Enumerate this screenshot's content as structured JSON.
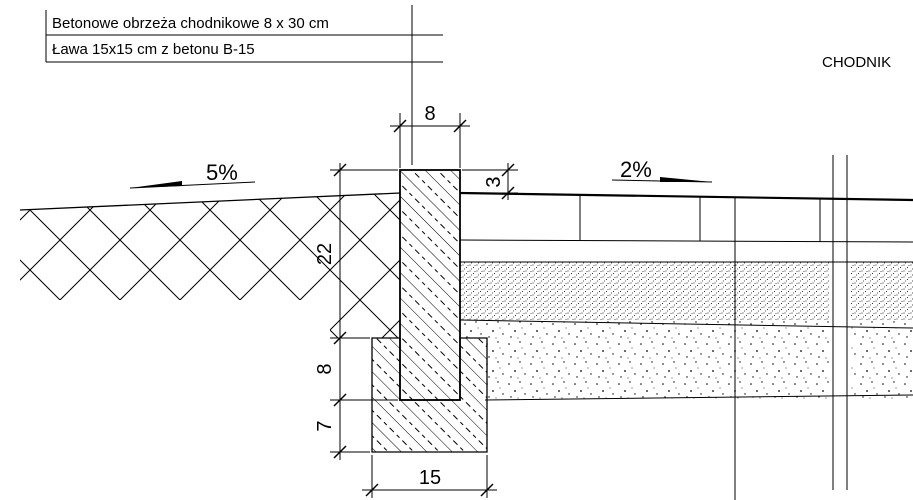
{
  "legend": {
    "line1": "Betonowe obrzeża chodnikowe 8 x 30 cm",
    "line2": "Ława 15x15 cm z betonu B-15"
  },
  "labels": {
    "area": "CHODNIK",
    "slope_left": "5%",
    "slope_right": "2%"
  },
  "dimensions": {
    "curb_width": "8",
    "reveal": "3",
    "embed_depth": "22",
    "bench_upper": "8",
    "bench_lower": "7",
    "bench_width": "15"
  },
  "colors": {
    "line": "#000000",
    "background": "#ffffff"
  }
}
